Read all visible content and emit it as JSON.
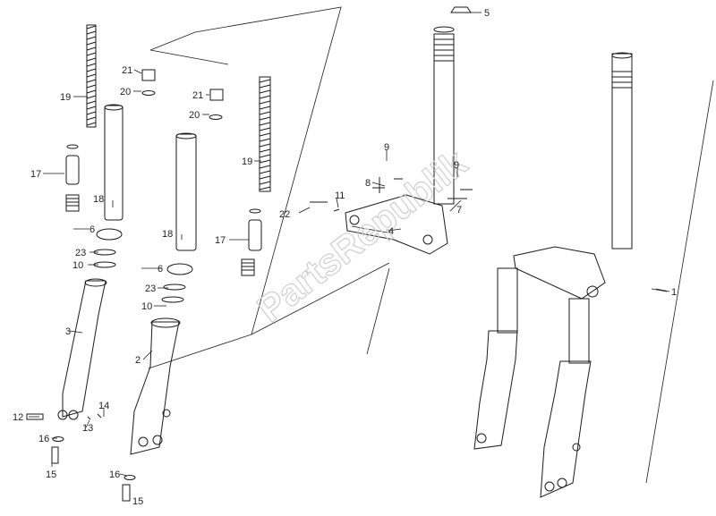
{
  "diagram": {
    "watermark": "PartsRepublik",
    "colors": {
      "ink": "#1a1a1a",
      "label": "#222222",
      "watermark": "#cfcfcf",
      "background": "#ffffff"
    },
    "callouts": {
      "c1": "1",
      "c2": "2",
      "c3": "3",
      "c4": "4",
      "c5": "5",
      "c6a": "6",
      "c6b": "6",
      "c7": "7",
      "c8": "8",
      "c9a": "9",
      "c9b": "9",
      "c10a": "10",
      "c10b": "10",
      "c11": "11",
      "c12": "12",
      "c13": "13",
      "c14": "14",
      "c15a": "15",
      "c15b": "15",
      "c16a": "16",
      "c16b": "16",
      "c17a": "17",
      "c17b": "17",
      "c18a": "18",
      "c18b": "18",
      "c19a": "19",
      "c19b": "19",
      "c20a": "20",
      "c20b": "20",
      "c21a": "21",
      "c21b": "21",
      "c22": "22",
      "c23a": "23",
      "c23b": "23"
    }
  }
}
